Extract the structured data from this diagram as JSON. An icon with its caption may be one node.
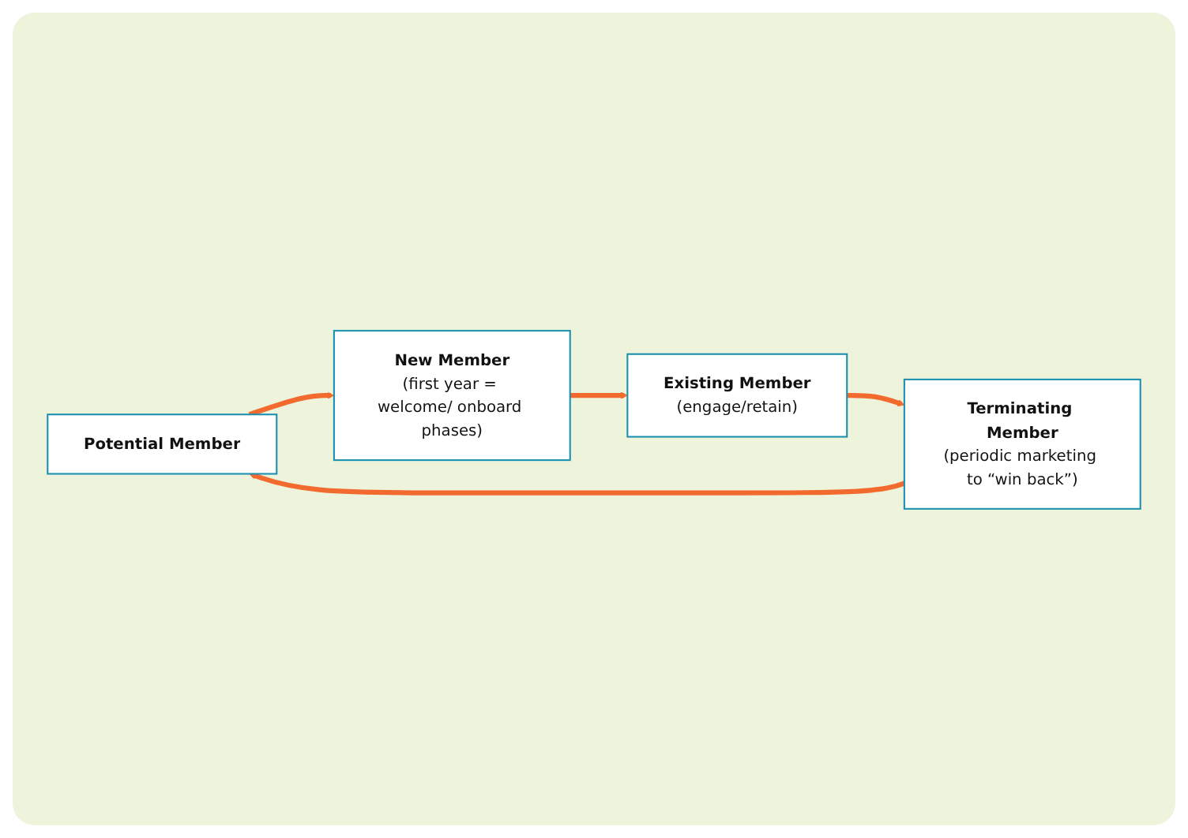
{
  "diagram": {
    "nodes": [
      {
        "text": [
          "Potential Member"
        ]
      },
      {
        "text": [
          "New Member",
          "(first year = welcome/ onboard phases)"
        ]
      },
      {
        "text": [
          "Existing Member",
          "(engage/retain)"
        ]
      },
      {
        "text": [
          "Terminating Member",
          "(periodic marketing to “win back”)"
        ]
      }
    ],
    "edges": [
      {
        "from": 0,
        "to": 1,
        "arrow": "to"
      },
      {
        "from": 1,
        "to": 2,
        "arrow": "to"
      },
      {
        "from": 2,
        "to": 3,
        "arrow": "to"
      },
      {
        "from": 3,
        "to": 0,
        "arrow": "to"
      }
    ]
  }
}
